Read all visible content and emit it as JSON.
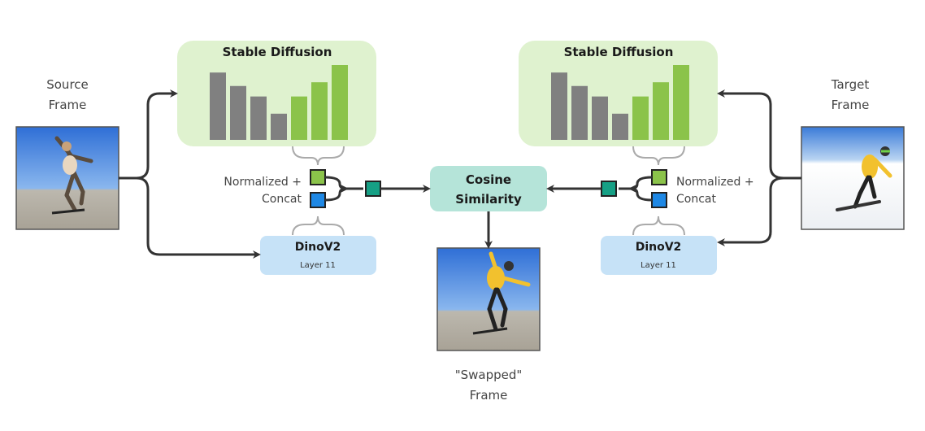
{
  "source": {
    "label_line1": "Source",
    "label_line2": "Frame"
  },
  "target": {
    "label_line1": "Target",
    "label_line2": "Frame"
  },
  "output": {
    "label_line1": "\"Swapped\"",
    "label_line2": "Frame"
  },
  "stable_diffusion": {
    "title": "Stable Diffusion",
    "bar_levels": [
      0.9,
      0.72,
      0.58,
      0.35,
      0.58,
      0.77,
      1.0
    ],
    "bar_colors": [
      "#808080",
      "#808080",
      "#808080",
      "#808080",
      "#8bc34a",
      "#8bc34a",
      "#8bc34a"
    ],
    "box_color": "#dff2cf"
  },
  "dino": {
    "title": "DinoV2",
    "subtitle": "Layer 11",
    "box_color": "#c6e2f7"
  },
  "normalize": {
    "line1": "Normalized +",
    "line2": "Concat"
  },
  "cosine": {
    "line1": "Cosine",
    "line2": "Similarity",
    "box_color": "#b5e4d9"
  },
  "colors": {
    "sd_feature": "#8bc34a",
    "dino_feature": "#1e88e5",
    "concat_feature": "#16a085",
    "arrow": "#333333"
  }
}
